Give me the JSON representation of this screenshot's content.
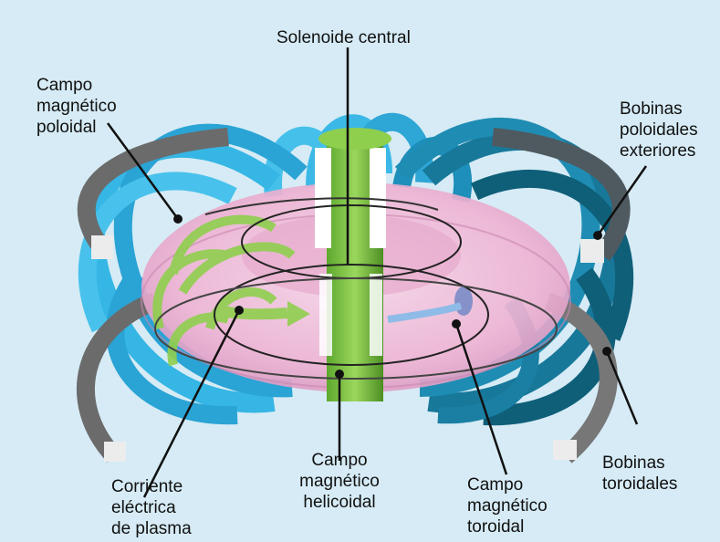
{
  "labels": {
    "solenoide_central": "Solenoide central",
    "campo_poloidal": [
      "Campo",
      "magnético",
      "poloidal"
    ],
    "bobinas_poloidales": [
      "Bobinas",
      "poloidales",
      "exteriores"
    ],
    "corriente_plasma": [
      "Corriente",
      "eléctrica",
      "de plasma"
    ],
    "campo_helicoidal": [
      "Campo",
      "magnético",
      "helicoidal"
    ],
    "campo_toroidal": [
      "Campo",
      "magnético",
      "toroidal"
    ],
    "bobinas_toroidales": [
      "Bobinas",
      "toroidales"
    ]
  },
  "colors": {
    "background": "#d6ebf5",
    "toroidal_coil_light": "#35b6e4",
    "toroidal_coil_dark": "#0f5f79",
    "poloidal_coil": "#6b6b6b",
    "plasma": "#f1bcd8",
    "solenoid": "#7cc242",
    "poloidal_field_arrow": "#8fcf4e",
    "toroidal_field_arrow": "#8fbbe8",
    "field_line": "#222222"
  }
}
